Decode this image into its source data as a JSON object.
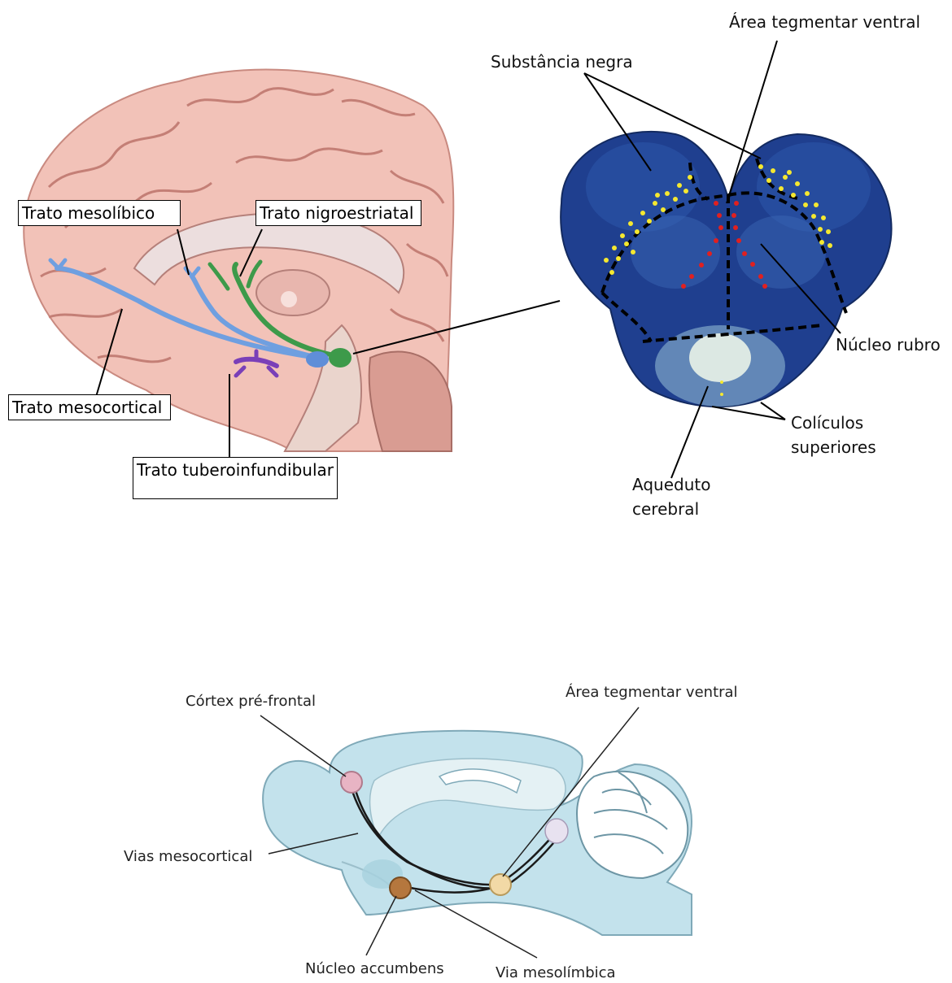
{
  "human_brain": {
    "labels": {
      "mesolimbico": "Trato mesolíbico",
      "nigroestriatal": "Trato nigroestriatal",
      "mesocortical": "Trato mesocortical",
      "tuberoinfundibular": "Trato tuberoinfundibular"
    }
  },
  "midbrain_section": {
    "labels": {
      "vta": "Área tegmentar ventral",
      "substantia_nigra": "Substância negra",
      "red_nucleus": "Núcleo rubro",
      "superior_colliculi_1": "Colículos",
      "superior_colliculi_2": "superiores",
      "aqueduct_1": "Aqueduto",
      "aqueduct_2": "cerebral"
    }
  },
  "rat_brain": {
    "labels": {
      "prefrontal": "Córtex pré-frontal",
      "vta": "Área tegmentar ventral",
      "mesocortical": "Vias mesocortical",
      "accumbens": "Núcleo accumbens",
      "mesolimbic": "Via mesolímbica"
    }
  },
  "colors": {
    "brain_pink": "#f2c2b8",
    "mesolimbic_blue": "#6f9fe0",
    "nigrostriatal_green": "#3d9a4a",
    "tubero_purple": "#7a3fb8",
    "midbrain_blue": "#1f3f8f",
    "substantia_dots": "#f5e830",
    "vta_dots": "#e02020",
    "rat_fill": "#c3e2ec"
  }
}
